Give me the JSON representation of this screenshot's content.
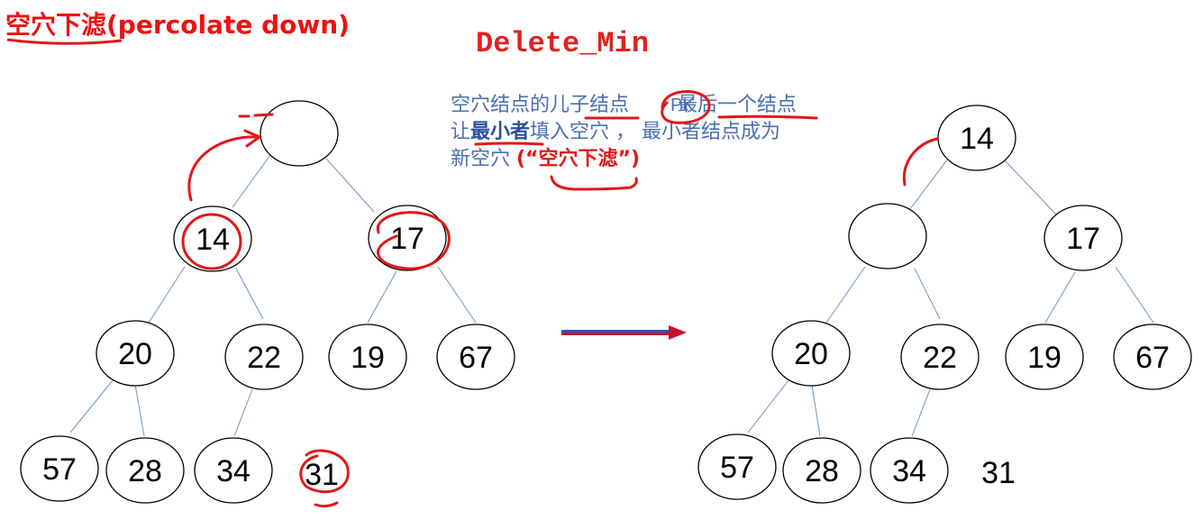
{
  "header": {
    "title_cn": "空穴下滤(percolate  down)",
    "title_main": "Delete_Min"
  },
  "note": {
    "line1": "空穴结点的儿子结点",
    "pk": "PK",
    "line1_tail": "最后一个结点",
    "line2_pre": "让",
    "line2_bold": "最小者",
    "line2_tail": "填入空穴    ，  最小者结点成为",
    "line3_pre": "新空穴   ",
    "line3_red": "(“空穴下滤”)"
  },
  "before_tree": {
    "nodes": [
      "",
      "14",
      "17",
      "20",
      "22",
      "19",
      "67",
      "57",
      "28",
      "34"
    ],
    "last_node": "31"
  },
  "after_tree": {
    "nodes": [
      "14",
      "",
      "17",
      "20",
      "22",
      "19",
      "67",
      "57",
      "28",
      "34"
    ],
    "last_node": "31"
  },
  "colors": {
    "annotation_red": "#e01818",
    "edge_blue": "#6f93c6",
    "arrow_red": "#c8102e",
    "arrow_blue": "#2a52be"
  }
}
